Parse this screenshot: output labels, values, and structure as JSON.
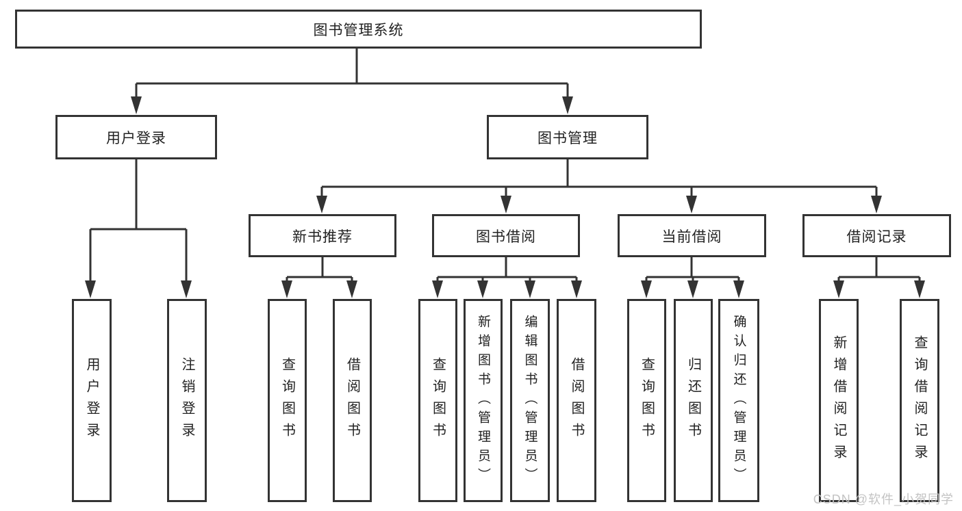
{
  "diagram_title": "图书管理系统",
  "nodes": {
    "root": {
      "label": "图书管理系统"
    },
    "user_login": {
      "label": "用户登录"
    },
    "book_mgmt": {
      "label": "图书管理"
    },
    "new_book_rec": {
      "label": "新书推荐"
    },
    "book_borrow": {
      "label": "图书借阅"
    },
    "current_borrow": {
      "label": "当前借阅"
    },
    "borrow_records": {
      "label": "借阅记录"
    }
  },
  "leaves": [
    {
      "parent": "用户登录",
      "label": "用户登录"
    },
    {
      "parent": "用户登录",
      "label": "注销登录"
    },
    {
      "parent": "新书推荐",
      "label": "查询图书"
    },
    {
      "parent": "新书推荐",
      "label": "借阅图书"
    },
    {
      "parent": "图书借阅",
      "label": "查询图书"
    },
    {
      "parent": "图书借阅",
      "label": "新增图书（管理员）"
    },
    {
      "parent": "图书借阅",
      "label": "编辑图书（管理员）"
    },
    {
      "parent": "图书借阅",
      "label": "借阅图书"
    },
    {
      "parent": "当前借阅",
      "label": "查询图书"
    },
    {
      "parent": "当前借阅",
      "label": "归还图书"
    },
    {
      "parent": "当前借阅",
      "label": "确认归还（管理员）"
    },
    {
      "parent": "借阅记录",
      "label": "新增借阅记录"
    },
    {
      "parent": "借阅记录",
      "label": "查询借阅记录"
    }
  ],
  "watermark": "CSDN @软件_小贺同学",
  "colors": {
    "line": "#333333",
    "text": "#222222",
    "watermark_text": "#c3c3c3",
    "background": "#ffffff"
  }
}
